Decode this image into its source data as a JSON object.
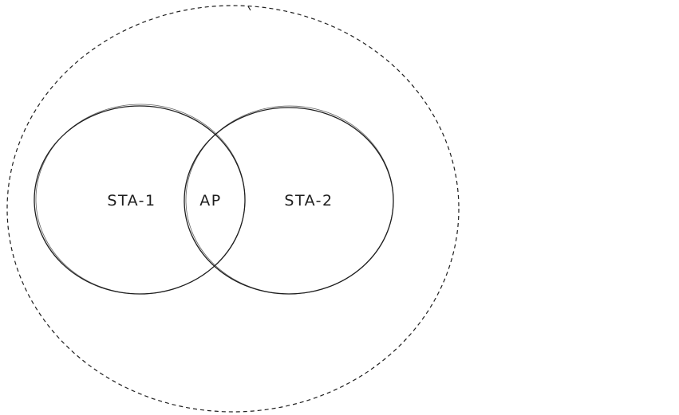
{
  "diagram": {
    "nodes": [
      {
        "id": "sta1",
        "label": "STA-1"
      },
      {
        "id": "ap",
        "label": "AP"
      },
      {
        "id": "sta2",
        "label": "STA-2"
      }
    ],
    "colors": {
      "stroke": "#1e1e1e",
      "background": "#ffffff"
    }
  }
}
